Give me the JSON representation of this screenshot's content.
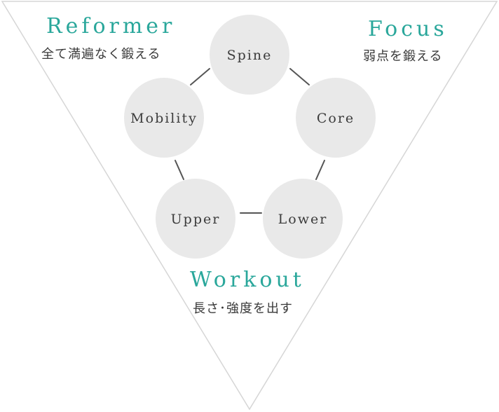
{
  "corners": {
    "top_left": {
      "title": "Reformer",
      "subtitle": "全て満遍なく鍛える"
    },
    "top_right": {
      "title": "Focus",
      "subtitle": "弱点を鍛える"
    },
    "bottom": {
      "title": "Workout",
      "subtitle": "長さ･強度を出す"
    }
  },
  "cycle_nodes": [
    "Spine",
    "Core",
    "Lower",
    "Upper",
    "Mobility"
  ],
  "colors": {
    "accent": "#2aa79b",
    "circle_fill": "#e9e9e9",
    "triangle_stroke": "#d6d6d6",
    "connector": "#555555",
    "text": "#3b3b3b"
  }
}
